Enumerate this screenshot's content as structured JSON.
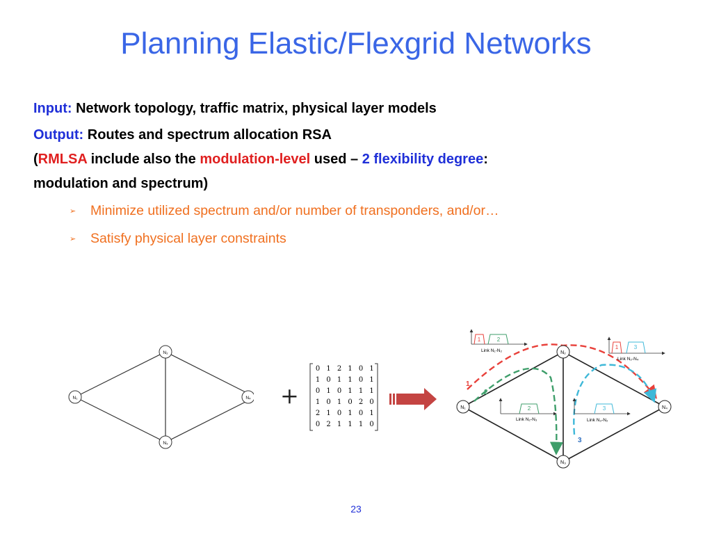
{
  "slide": {
    "title": "Planning Elastic/Flexgrid Networks",
    "input_label": "Input:",
    "input_text": " Network topology, traffic matrix, physical layer models",
    "output_label": "Output:",
    "output_text": " Routes and spectrum allocation RSA",
    "paren_open": "(",
    "rmlsa": "RMLSA",
    "include_text": " include also the ",
    "modulation_level": "modulation-level",
    "used_text": " used – ",
    "flex_degree": "2 flexibility degree",
    "colon": ":",
    "second_line": "modulation and spectrum)",
    "bullets": [
      "Minimize utilized spectrum and/or number of transponders, and/or…",
      "Satisfy physical layer constraints"
    ],
    "bullet_marker": "➢",
    "page_number": "23"
  },
  "topology": {
    "nodes": [
      "N₁",
      "N₂",
      "N₃",
      "N₄"
    ]
  },
  "plus_sign": "+",
  "traffic_matrix": [
    [
      0,
      1,
      2,
      1,
      0,
      1
    ],
    [
      1,
      0,
      1,
      1,
      0,
      1
    ],
    [
      0,
      1,
      0,
      1,
      1,
      1
    ],
    [
      1,
      0,
      1,
      0,
      2,
      0
    ],
    [
      2,
      1,
      0,
      1,
      0,
      1
    ],
    [
      0,
      2,
      1,
      1,
      1,
      0
    ]
  ],
  "result_network": {
    "nodes": [
      "N₁",
      "N₂",
      "N₃",
      "N₄"
    ],
    "link_labels": {
      "n1n2": "Link N₁-N₂",
      "n2n4": "Link N₂-N₄",
      "n2n3": "Link N₂-N₃",
      "n3n2": "Link N₃-N₂"
    },
    "spectrum_slots": {
      "n1n2": [
        "1",
        "2"
      ],
      "n2n4": [
        "1",
        "3"
      ],
      "n2n3": [
        "2"
      ],
      "n3n2": [
        "3"
      ]
    },
    "path_labels": [
      "1",
      "2",
      "3"
    ],
    "colors": {
      "path1": "#E8403A",
      "path2": "#3E9E6A",
      "path3": "#3FB8D8"
    }
  },
  "colors": {
    "title": "#3A66E6",
    "label_blue": "#1F2FD8",
    "highlight_red": "#E02020",
    "bullet": "#F07020",
    "arrow": "#C44442"
  }
}
